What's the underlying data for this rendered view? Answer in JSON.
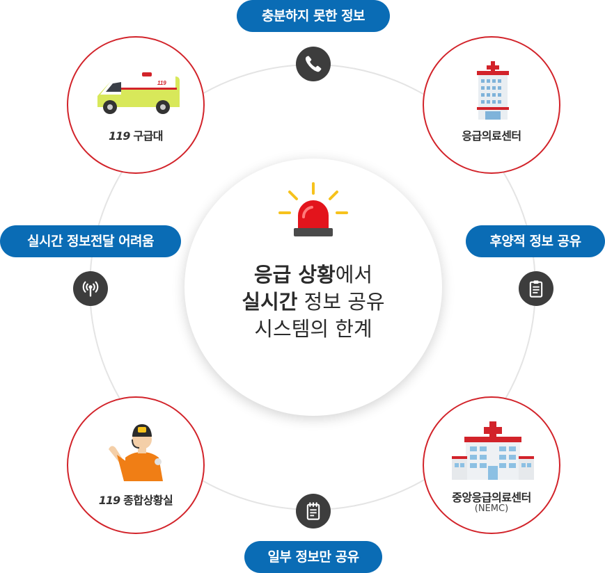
{
  "center": {
    "line1_bold": "응급 상황",
    "line1_rest": "에서",
    "line2_bold": "실시간",
    "line2_rest": " 정보 공유",
    "line3": "시스템의 한계"
  },
  "nodes": {
    "ambulance": {
      "logo": "119",
      "label": "구급대",
      "icon": "ambulance-icon"
    },
    "emergency_center": {
      "label": "응급의료센터",
      "icon": "hospital-building-icon"
    },
    "dispatch": {
      "logo": "119",
      "label": "종합상황실",
      "icon": "dispatcher-icon"
    },
    "nemc": {
      "label": "중앙응급의료센터",
      "sub": "(NEMC)",
      "icon": "large-hospital-icon"
    }
  },
  "pills": {
    "top": "충분하지 못한 정보",
    "left": "실시간 정보전달 어려움",
    "right": "후양적 정보 공유",
    "bottom": "일부 정보만 공유"
  },
  "connector_icons": {
    "top": "phone-icon",
    "left": "broadcast-icon",
    "right": "clipboard-icon",
    "bottom": "notepad-icon"
  },
  "colors": {
    "accent_red": "#d2232a",
    "pill_blue": "#0a6cb5",
    "icon_dark": "#3d3d3d"
  }
}
